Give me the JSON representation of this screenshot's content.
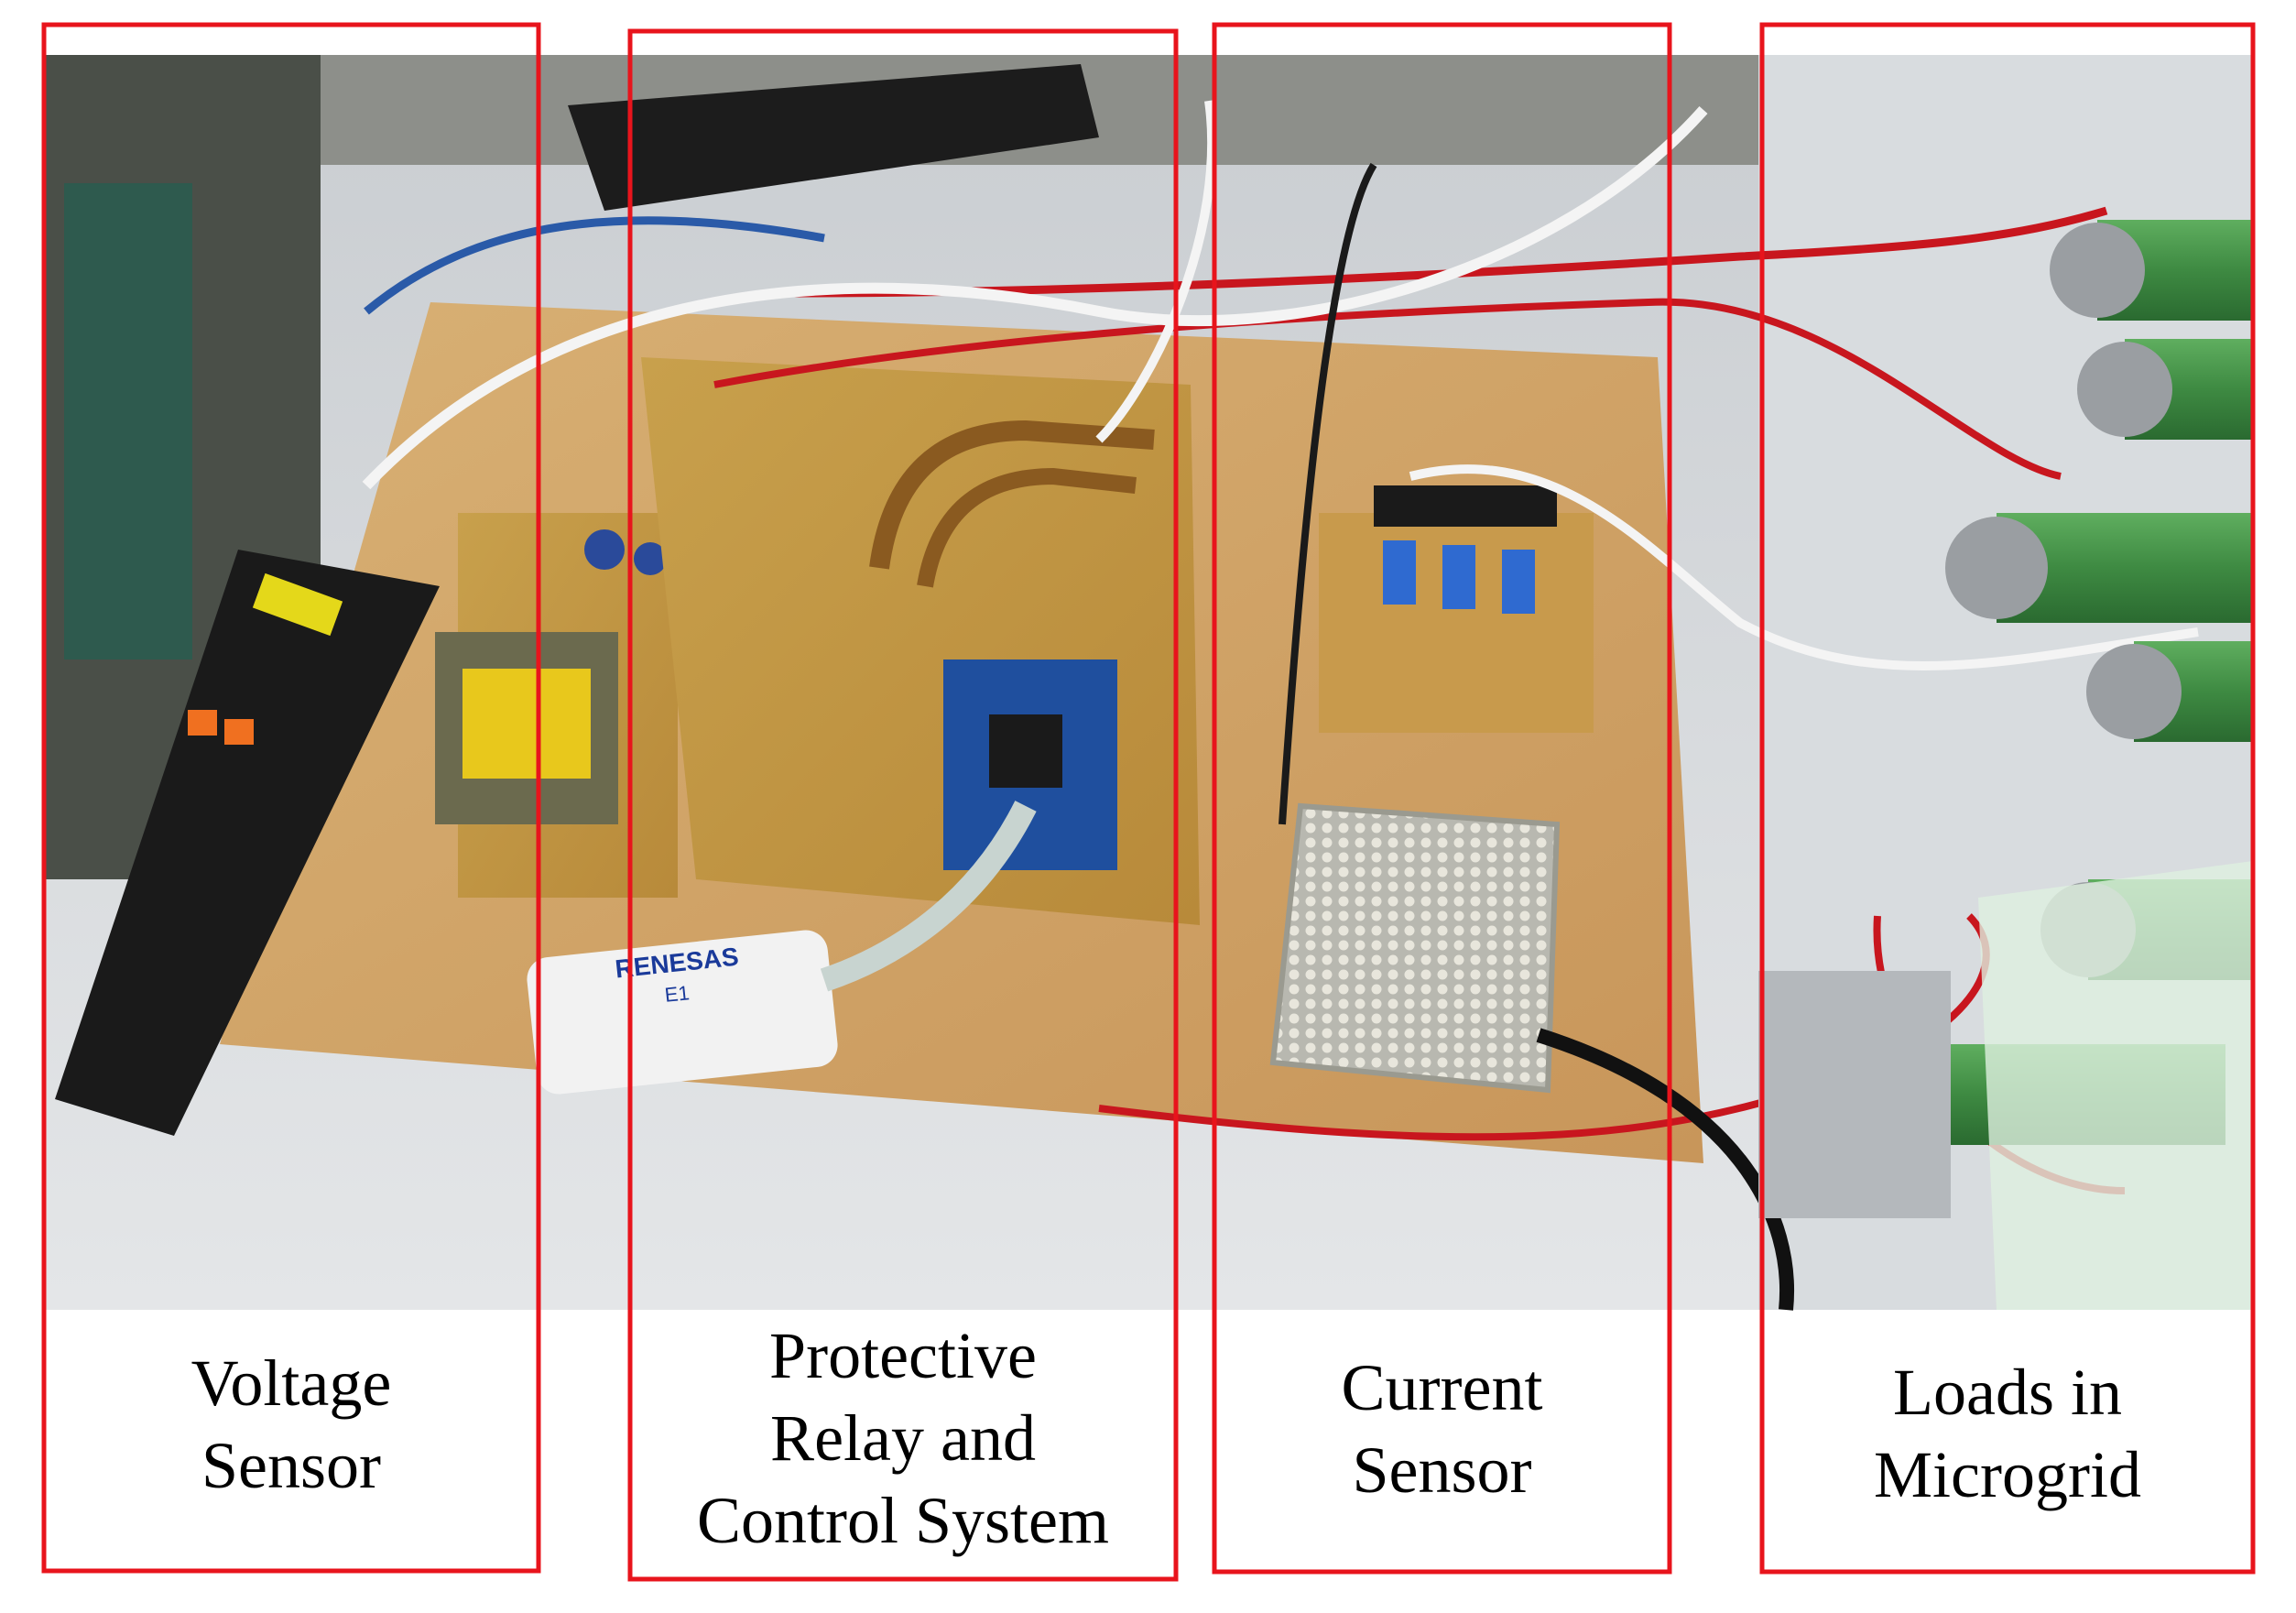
{
  "figure": {
    "frame_color": "#e8141c",
    "photo": {
      "board_color": "#d4a868",
      "table_color": "#d9dde0",
      "cable_red": "#c8161e",
      "cable_white": "#f4f4f4",
      "cable_blue": "#2a5aa8",
      "resistor_green": "#3e8a42",
      "logo_text": "RENESAS",
      "logo_sub": "E1"
    },
    "sections": [
      {
        "id": "voltage-sensor",
        "lines": [
          "Voltage",
          "Sensor"
        ]
      },
      {
        "id": "protective-relay",
        "lines": [
          "Protective",
          "Relay and",
          "Control System"
        ]
      },
      {
        "id": "current-sensor",
        "lines": [
          "Current",
          "Sensor"
        ]
      },
      {
        "id": "loads",
        "lines": [
          "Loads in",
          "Microgrid"
        ]
      }
    ]
  }
}
